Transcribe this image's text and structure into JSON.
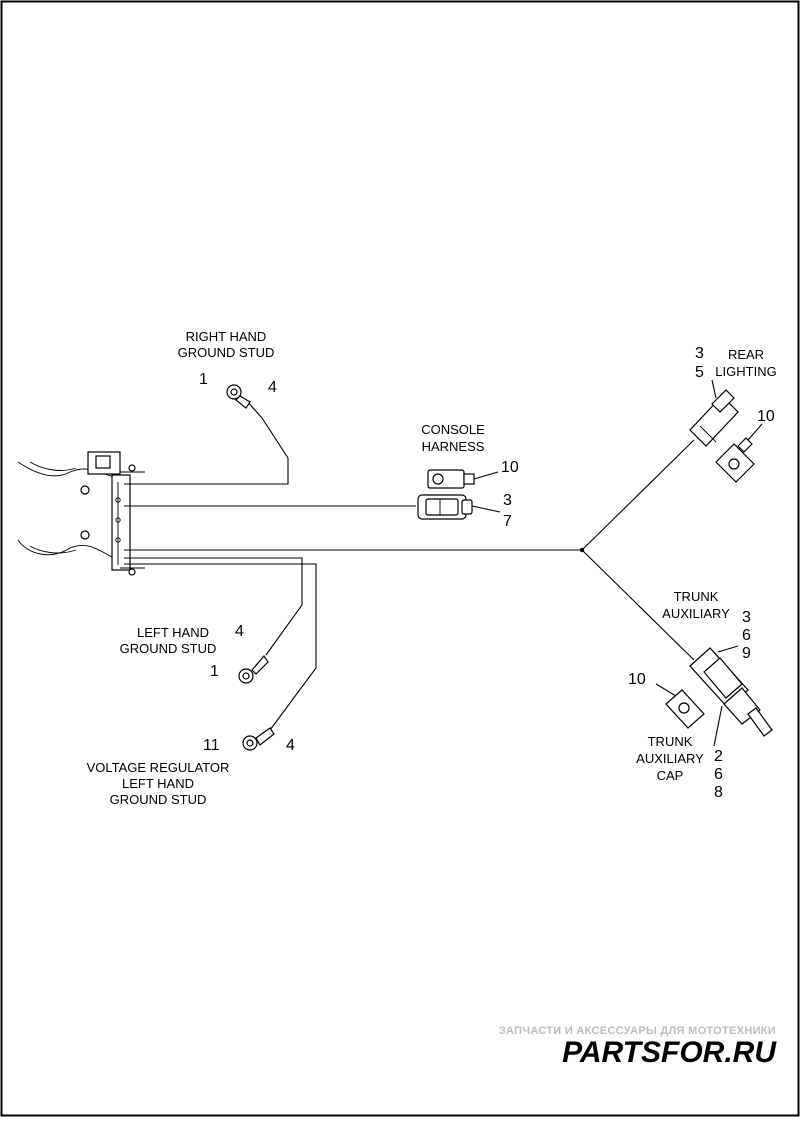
{
  "labels": {
    "right_hand_ground_stud": [
      "RIGHT HAND",
      "GROUND STUD"
    ],
    "console_harness": [
      "CONSOLE",
      "HARNESS"
    ],
    "rear_lighting": [
      "REAR",
      "LIGHTING"
    ],
    "left_hand_ground_stud": [
      "LEFT HAND",
      "GROUND STUD"
    ],
    "voltage_regulator_ground_stud": [
      "VOLTAGE REGULATOR",
      "LEFT HAND",
      "GROUND STUD"
    ],
    "trunk_auxiliary": [
      "TRUNK",
      "AUXILIARY"
    ],
    "trunk_auxiliary_cap": [
      "TRUNK",
      "AUXILIARY",
      "CAP"
    ]
  },
  "callouts": {
    "rh_stud_ring": "1",
    "rh_stud_wire": "4",
    "console_cap": "10",
    "console_connector": [
      "3",
      "7"
    ],
    "rear_connector": [
      "3",
      "5"
    ],
    "rear_cap": "10",
    "lh_stud_wire": "4",
    "lh_stud_ring": "1",
    "vr_stud_ring": "11",
    "vr_stud_wire": "4",
    "trunk_connector": [
      "3",
      "6",
      "9"
    ],
    "trunk_cap_left": "10",
    "trunk_cap": [
      "2",
      "6",
      "8"
    ]
  },
  "watermark": {
    "tagline": "ЗАПЧАСТИ И АКСЕССУАРЫ ДЛЯ МОТОТЕХНИКИ",
    "brand_left": "PARTS",
    "brand_right": "FOR.RU",
    "brand_color": "#e0323c",
    "tagline_color": "#bdbdbd"
  }
}
